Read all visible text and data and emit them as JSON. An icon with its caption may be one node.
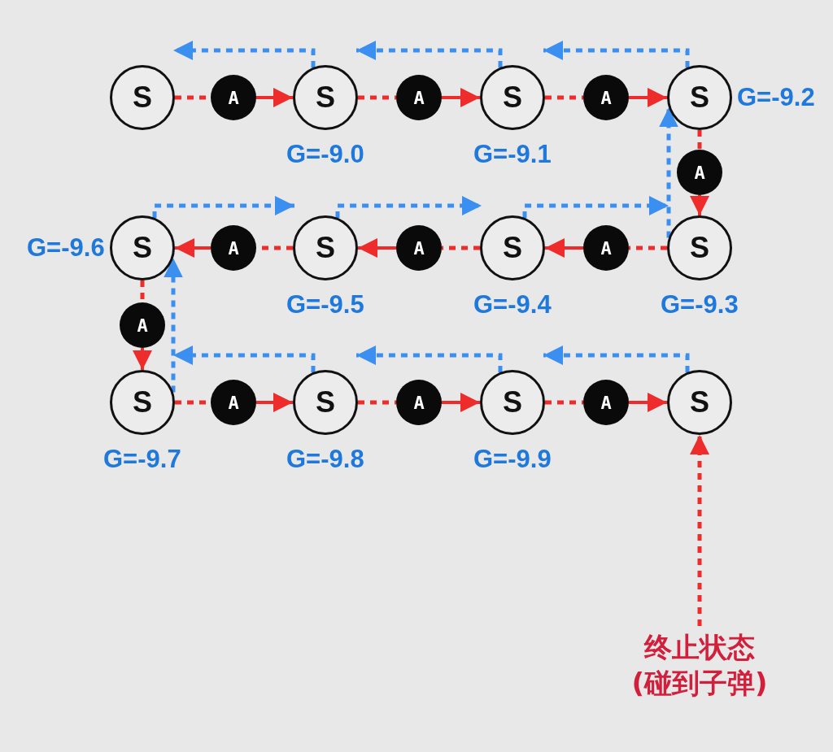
{
  "diagram": {
    "nodes": [
      {
        "text": [
          "S"
        ]
      },
      {
        "text": [
          "A"
        ]
      },
      {
        "text": [
          "S"
        ],
        "beside": [
          "G=-9.0"
        ]
      },
      {
        "text": [
          "A"
        ]
      },
      {
        "text": [
          "S"
        ],
        "beside": [
          "G=-9.1"
        ]
      },
      {
        "text": [
          "A"
        ]
      },
      {
        "text": [
          "S"
        ],
        "beside": [
          "G=-9.2"
        ]
      },
      {
        "text": [
          "A"
        ]
      },
      {
        "text": [
          "S"
        ],
        "beside": [
          "G=-9.3"
        ]
      },
      {
        "text": [
          "A"
        ]
      },
      {
        "text": [
          "S"
        ],
        "beside": [
          "G=-9.4"
        ]
      },
      {
        "text": [
          "A"
        ]
      },
      {
        "text": [
          "S"
        ],
        "beside": [
          "G=-9.5"
        ]
      },
      {
        "text": [
          "A"
        ]
      },
      {
        "text": [
          "S"
        ],
        "beside": [
          "G=-9.6"
        ]
      },
      {
        "text": [
          "A"
        ]
      },
      {
        "text": [
          "S"
        ],
        "beside": [
          "G=-9.7"
        ]
      },
      {
        "text": [
          "A"
        ]
      },
      {
        "text": [
          "S"
        ],
        "beside": [
          "G=-9.8"
        ]
      },
      {
        "text": [
          "A"
        ]
      },
      {
        "text": [
          "S"
        ],
        "beside": [
          "G=-9.9"
        ]
      },
      {
        "text": [
          "A"
        ]
      },
      {
        "text": [
          "S"
        ]
      },
      {
        "text": [
          "终止状态(碰到子弹)"
        ]
      }
    ],
    "edges": [
      {
        "from": 0,
        "to": 1,
        "arrow": "none",
        "style": "dashed"
      },
      {
        "from": 1,
        "to": 2,
        "arrow": "to"
      },
      {
        "from": 2,
        "to": 3,
        "arrow": "none",
        "style": "dashed"
      },
      {
        "from": 3,
        "to": 4,
        "arrow": "to"
      },
      {
        "from": 4,
        "to": 5,
        "arrow": "none",
        "style": "dashed"
      },
      {
        "from": 5,
        "to": 6,
        "arrow": "to"
      },
      {
        "from": 6,
        "to": 7,
        "arrow": "none",
        "style": "dashed"
      },
      {
        "from": 7,
        "to": 8,
        "arrow": "to"
      },
      {
        "from": 8,
        "to": 9,
        "arrow": "none",
        "style": "dashed"
      },
      {
        "from": 9,
        "to": 10,
        "arrow": "to"
      },
      {
        "from": 10,
        "to": 11,
        "arrow": "none",
        "style": "dashed"
      },
      {
        "from": 11,
        "to": 12,
        "arrow": "to"
      },
      {
        "from": 12,
        "to": 13,
        "arrow": "none",
        "style": "dashed"
      },
      {
        "from": 13,
        "to": 14,
        "arrow": "to"
      },
      {
        "from": 14,
        "to": 15,
        "arrow": "none",
        "style": "dashed"
      },
      {
        "from": 15,
        "to": 16,
        "arrow": "to"
      },
      {
        "from": 16,
        "to": 17,
        "arrow": "none",
        "style": "dashed"
      },
      {
        "from": 17,
        "to": 18,
        "arrow": "to"
      },
      {
        "from": 18,
        "to": 19,
        "arrow": "none",
        "style": "dashed"
      },
      {
        "from": 19,
        "to": 20,
        "arrow": "to"
      },
      {
        "from": 20,
        "to": 21,
        "arrow": "none",
        "style": "dashed"
      },
      {
        "from": 21,
        "to": 22,
        "arrow": "to"
      },
      {
        "from": 23,
        "to": 22,
        "arrow": "to",
        "style": "dashed"
      },
      {
        "from": 2,
        "to": 0,
        "arrow": "to",
        "style": "dashed",
        "color": "#3b8ff0"
      },
      {
        "from": 4,
        "to": 2,
        "arrow": "to",
        "style": "dashed",
        "color": "#3b8ff0"
      },
      {
        "from": 6,
        "to": 4,
        "arrow": "to",
        "style": "dashed",
        "color": "#3b8ff0"
      },
      {
        "from": 8,
        "to": 6,
        "arrow": "to",
        "style": "dashed",
        "color": "#3b8ff0"
      },
      {
        "from": 14,
        "to": 12,
        "arrow": "to",
        "style": "dashed",
        "color": "#3b8ff0"
      },
      {
        "from": 12,
        "to": 10,
        "arrow": "to",
        "style": "dashed",
        "color": "#3b8ff0"
      },
      {
        "from": 10,
        "to": 8,
        "arrow": "to",
        "style": "dashed",
        "color": "#3b8ff0"
      },
      {
        "from": 16,
        "to": 14,
        "arrow": "to",
        "style": "dashed",
        "color": "#3b8ff0"
      },
      {
        "from": 18,
        "to": 16,
        "arrow": "to",
        "style": "dashed",
        "color": "#3b8ff0"
      },
      {
        "from": 20,
        "to": 18,
        "arrow": "to",
        "style": "dashed",
        "color": "#3b8ff0"
      },
      {
        "from": 22,
        "to": 20,
        "arrow": "to",
        "style": "dashed",
        "color": "#3b8ff0"
      }
    ]
  }
}
